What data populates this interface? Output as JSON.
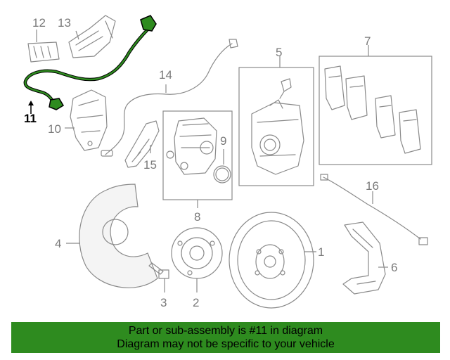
{
  "callouts": {
    "c1": "1",
    "c2": "2",
    "c3": "3",
    "c4": "4",
    "c5": "5",
    "c6": "6",
    "c7": "7",
    "c8": "8",
    "c9": "9",
    "c10": "10",
    "c11": "11",
    "c12": "12",
    "c13": "13",
    "c14": "14",
    "c15": "15",
    "c16": "16"
  },
  "highlight": {
    "part": "11",
    "color": "#2e8b1f"
  },
  "banner": {
    "line1": "Part or sub-assembly is #11 in diagram",
    "line2": "Diagram may not be specific to your vehicle",
    "background": "#2e8b1f"
  }
}
